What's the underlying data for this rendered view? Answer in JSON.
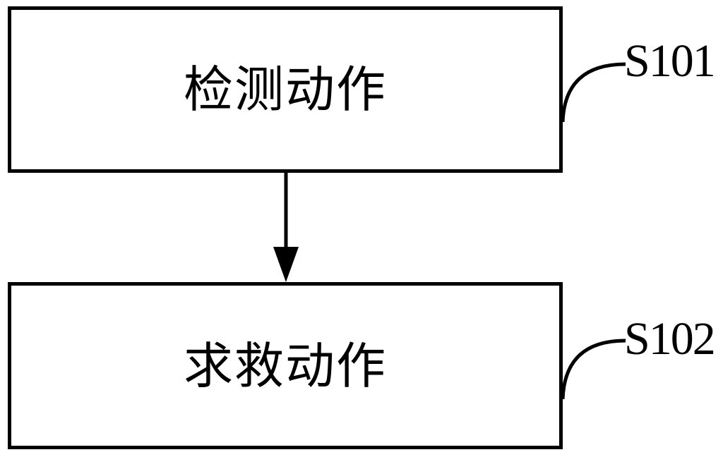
{
  "figure": {
    "type": "flowchart",
    "background_color": "#ffffff",
    "line_color": "#000000",
    "steps": [
      {
        "ref": "S101",
        "label": "检测动作"
      },
      {
        "ref": "S102",
        "label": "求救动作"
      }
    ],
    "connector": {
      "style": "solid-arrow-down",
      "from_step": 0,
      "to_step": 1
    }
  }
}
